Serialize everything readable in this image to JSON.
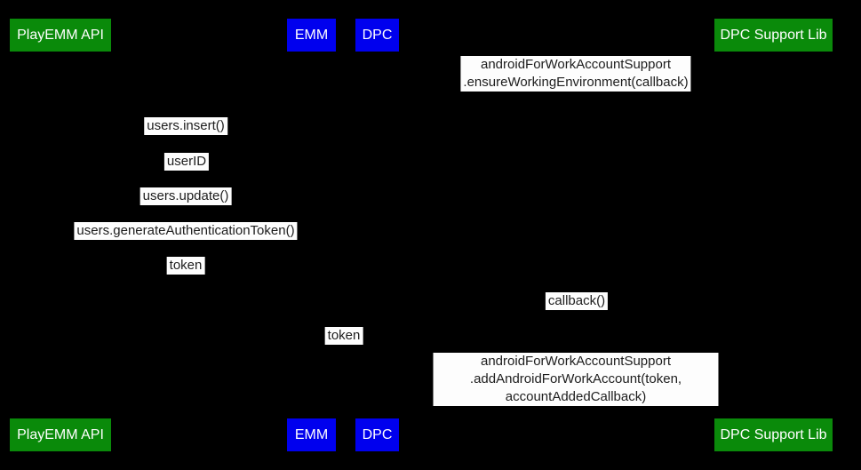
{
  "diagram": {
    "type": "sequence-diagram",
    "background_color": "#000000",
    "message_label_bg": "#fdfdfd",
    "message_label_text_color": "#1d1d1d",
    "actor_text_color": "#ffffff",
    "actors": [
      {
        "label": "PlayEMM API",
        "color": "#0a8a0a"
      },
      {
        "label": "EMM",
        "color": "#0000ee"
      },
      {
        "label": "DPC",
        "color": "#0000ee"
      },
      {
        "label": "DPC Support Lib",
        "color": "#0a8a0a"
      }
    ],
    "messages": [
      {
        "label": "androidForWorkAccountSupport\n.ensureWorkingEnvironment(callback)"
      },
      {
        "label": "users.insert()"
      },
      {
        "label": "userID"
      },
      {
        "label": "users.update()"
      },
      {
        "label": "users.generateAuthenticationToken()"
      },
      {
        "label": "token"
      },
      {
        "label": "callback()"
      },
      {
        "label": "token"
      },
      {
        "label": "androidForWorkAccountSupport\n.addAndroidForWorkAccount(token, accountAddedCallback)"
      }
    ]
  }
}
